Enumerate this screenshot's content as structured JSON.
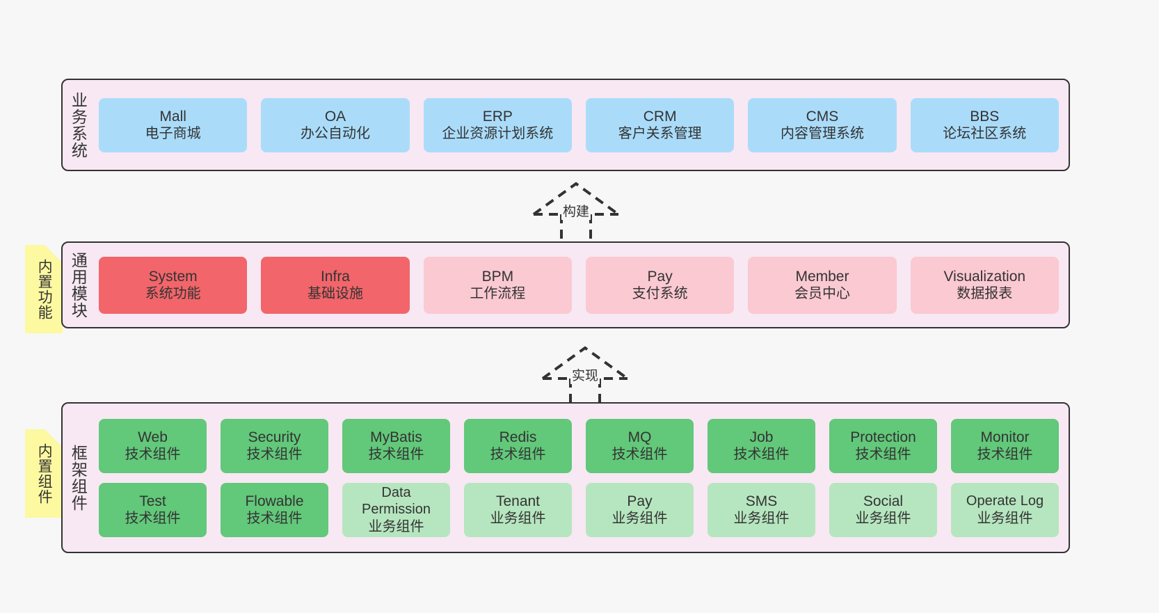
{
  "diagram": {
    "background": "#f7f7f7",
    "layer_fill": "#f7e8f3",
    "layer_border": "#333333",
    "note_fill": "#fcf9a0",
    "colors": {
      "blue": "#aadcfa",
      "red": "#f2656a",
      "pink": "#fbc9d2",
      "green": "#62c87a",
      "light_green": "#b6e6bf"
    }
  },
  "layers": {
    "business": {
      "title": "业务系统",
      "items": [
        {
          "title": "Mall",
          "sub": "电子商城",
          "color": "blue"
        },
        {
          "title": "OA",
          "sub": "办公自动化",
          "color": "blue"
        },
        {
          "title": "ERP",
          "sub": "企业资源计划系统",
          "color": "blue"
        },
        {
          "title": "CRM",
          "sub": "客户关系管理",
          "color": "blue"
        },
        {
          "title": "CMS",
          "sub": "内容管理系统",
          "color": "blue"
        },
        {
          "title": "BBS",
          "sub": "论坛社区系统",
          "color": "blue"
        }
      ]
    },
    "modules": {
      "title": "通用模块",
      "note": "内置功能",
      "items": [
        {
          "title": "System",
          "sub": "系统功能",
          "color": "red"
        },
        {
          "title": "Infra",
          "sub": "基础设施",
          "color": "red"
        },
        {
          "title": "BPM",
          "sub": "工作流程",
          "color": "pink"
        },
        {
          "title": "Pay",
          "sub": "支付系统",
          "color": "pink"
        },
        {
          "title": "Member",
          "sub": "会员中心",
          "color": "pink"
        },
        {
          "title": "Visualization",
          "sub": "数据报表",
          "color": "pink"
        }
      ]
    },
    "framework": {
      "title": "框架组件",
      "note": "内置组件",
      "row1": [
        {
          "title": "Web",
          "sub": "技术组件",
          "color": "green"
        },
        {
          "title": "Security",
          "sub": "技术组件",
          "color": "green"
        },
        {
          "title": "MyBatis",
          "sub": "技术组件",
          "color": "green"
        },
        {
          "title": "Redis",
          "sub": "技术组件",
          "color": "green"
        },
        {
          "title": "MQ",
          "sub": "技术组件",
          "color": "green"
        },
        {
          "title": "Job",
          "sub": "技术组件",
          "color": "green"
        },
        {
          "title": "Protection",
          "sub": "技术组件",
          "color": "green"
        },
        {
          "title": "Monitor",
          "sub": "技术组件",
          "color": "green"
        }
      ],
      "row2": [
        {
          "title": "Test",
          "sub": "技术组件",
          "color": "green"
        },
        {
          "title": "Flowable",
          "sub": "技术组件",
          "color": "green"
        },
        {
          "title": "Data Permission",
          "sub": "业务组件",
          "color": "light_green"
        },
        {
          "title": "Tenant",
          "sub": "业务组件",
          "color": "light_green"
        },
        {
          "title": "Pay",
          "sub": "业务组件",
          "color": "light_green"
        },
        {
          "title": "SMS",
          "sub": "业务组件",
          "color": "light_green"
        },
        {
          "title": "Social",
          "sub": "业务组件",
          "color": "light_green"
        },
        {
          "title": "Operate Log",
          "sub": "业务组件",
          "color": "light_green"
        }
      ]
    }
  },
  "connectors": [
    {
      "label": "构建",
      "from": "通用模块",
      "to": "业务系统"
    },
    {
      "label": "实现",
      "from": "框架组件",
      "to": "通用模块"
    }
  ]
}
